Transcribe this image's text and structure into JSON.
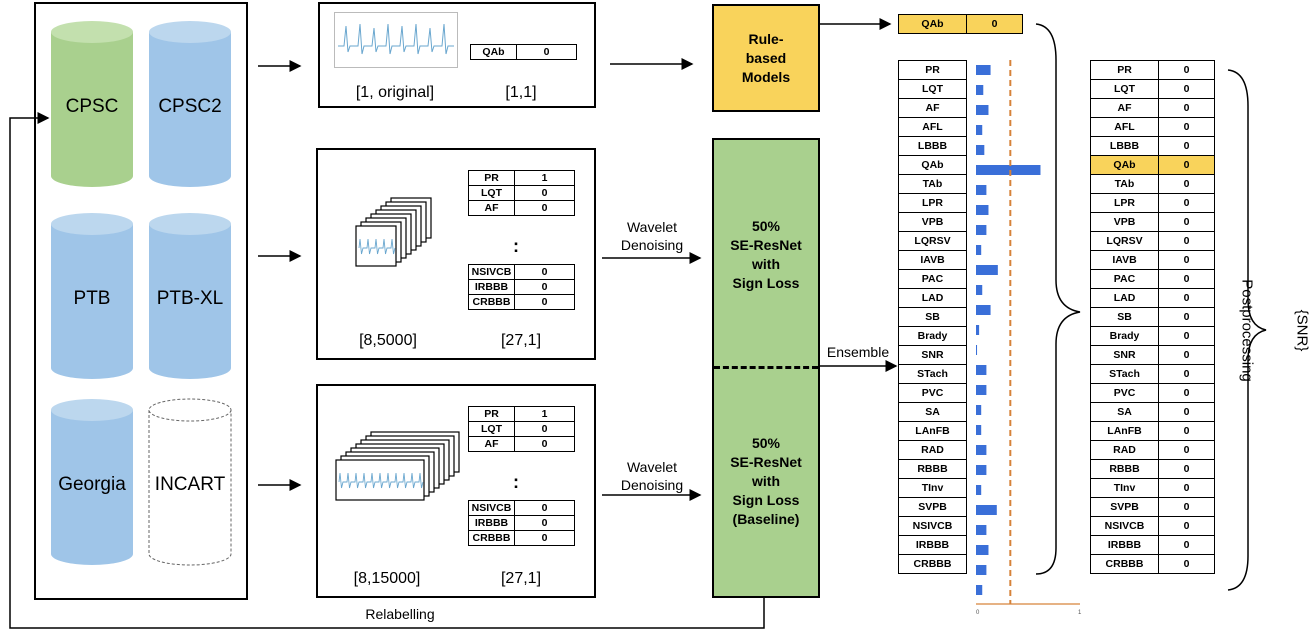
{
  "colors": {
    "cpsc_green": "#a9d08e",
    "blue": "#9fc5e8",
    "model_yellow": "#f9d35b",
    "ensemble_green": "#a9d08e",
    "bar_blue": "#3a6fd8",
    "threshold_orange": "#d6833a",
    "highlight": "#f9d35b"
  },
  "datasets": [
    {
      "name": "CPSC",
      "color": "green"
    },
    {
      "name": "CPSC2",
      "color": "blue"
    },
    {
      "name": "PTB",
      "color": "blue"
    },
    {
      "name": "PTB-XL",
      "color": "blue"
    },
    {
      "name": "Georgia",
      "color": "blue"
    },
    {
      "name": "INCART",
      "color": "dashed"
    }
  ],
  "panel_top": {
    "shape_label": "[1, original]",
    "label_shape": "[1,1]",
    "table": [
      [
        "QAb",
        "0"
      ]
    ]
  },
  "panel_mid": {
    "shape_label": "[8,5000]",
    "label_shape": "[27,1]",
    "table_top": [
      [
        "PR",
        "1"
      ],
      [
        "LQT",
        "0"
      ],
      [
        "AF",
        "0"
      ]
    ],
    "ellipsis": ":",
    "table_bottom": [
      [
        "NSIVCB",
        "0"
      ],
      [
        "IRBBB",
        "0"
      ],
      [
        "CRBBB",
        "0"
      ]
    ]
  },
  "panel_bot": {
    "shape_label": "[8,15000]",
    "label_shape": "[27,1]",
    "table_top": [
      [
        "PR",
        "1"
      ],
      [
        "LQT",
        "0"
      ],
      [
        "AF",
        "0"
      ]
    ],
    "ellipsis": ":",
    "table_bottom": [
      [
        "NSIVCB",
        "0"
      ],
      [
        "IRBBB",
        "0"
      ],
      [
        "CRBBB",
        "0"
      ]
    ]
  },
  "denoise_mid": "Wavelet\nDenoising",
  "denoise_bot": "Wavelet\nDenoising",
  "rule_model": "Rule-\nbased\nModels",
  "model_top": "50%\nSE-ResNet\nwith\nSign Loss",
  "model_bot": "50%\nSE-ResNet\nwith\nSign Loss\n(Baseline)",
  "ensemble_label": "Ensemble",
  "relabelling_label": "Relabelling",
  "rule_output": [
    [
      "QAb",
      "0"
    ]
  ],
  "postprocessing_label": "Postprocessing",
  "snr_label": "{SNR}",
  "chart_data": {
    "type": "bar",
    "orientation": "horizontal",
    "categories": [
      "PR",
      "LQT",
      "AF",
      "AFL",
      "LBBB",
      "QAb",
      "TAb",
      "LPR",
      "VPB",
      "LQRSV",
      "IAVB",
      "PAC",
      "LAD",
      "SB",
      "Brady",
      "SNR",
      "STach",
      "PVC",
      "SA",
      "LAnFB",
      "RAD",
      "RBBB",
      "TInv",
      "SVPB",
      "NSIVCB",
      "IRBBB",
      "CRBBB"
    ],
    "values": [
      0.14,
      0.07,
      0.12,
      0.06,
      0.08,
      0.62,
      0.1,
      0.12,
      0.1,
      0.05,
      0.21,
      0.06,
      0.14,
      0.03,
      0.01,
      0.1,
      0.1,
      0.05,
      0.05,
      0.1,
      0.1,
      0.05,
      0.2,
      0.1,
      0.12,
      0.1,
      0.06
    ],
    "threshold": 0.33,
    "xlim": [
      0,
      1
    ],
    "xticks": [
      "0",
      "1"
    ]
  },
  "final_output": [
    [
      "PR",
      "0"
    ],
    [
      "LQT",
      "0"
    ],
    [
      "AF",
      "0"
    ],
    [
      "AFL",
      "0"
    ],
    [
      "LBBB",
      "0"
    ],
    [
      "QAb",
      "0"
    ],
    [
      "TAb",
      "0"
    ],
    [
      "LPR",
      "0"
    ],
    [
      "VPB",
      "0"
    ],
    [
      "LQRSV",
      "0"
    ],
    [
      "IAVB",
      "0"
    ],
    [
      "PAC",
      "0"
    ],
    [
      "LAD",
      "0"
    ],
    [
      "SB",
      "0"
    ],
    [
      "Brady",
      "0"
    ],
    [
      "SNR",
      "0"
    ],
    [
      "STach",
      "0"
    ],
    [
      "PVC",
      "0"
    ],
    [
      "SA",
      "0"
    ],
    [
      "LAnFB",
      "0"
    ],
    [
      "RAD",
      "0"
    ],
    [
      "RBBB",
      "0"
    ],
    [
      "TInv",
      "0"
    ],
    [
      "SVPB",
      "0"
    ],
    [
      "NSIVCB",
      "0"
    ],
    [
      "IRBBB",
      "0"
    ],
    [
      "CRBBB",
      "0"
    ]
  ],
  "final_highlight": "QAb"
}
